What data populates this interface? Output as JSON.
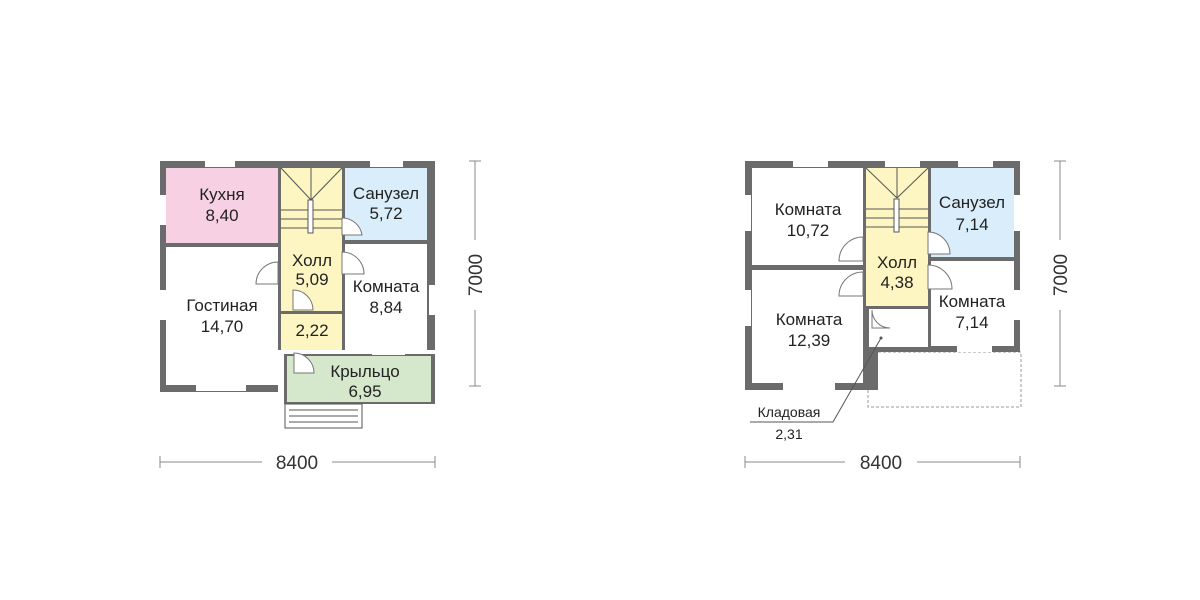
{
  "floor1": {
    "rooms": [
      {
        "name": "Кухня",
        "area": "8,40"
      },
      {
        "name": "Холл",
        "area": "5,09"
      },
      {
        "name": "Санузел",
        "area": "5,72"
      },
      {
        "name": "Гостиная",
        "area": "14,70"
      },
      {
        "name": "Комната",
        "area": "8,84"
      },
      {
        "name": "",
        "area": "2,22"
      },
      {
        "name": "Крыльцо",
        "area": "6,95"
      }
    ],
    "width_dim": "8400",
    "height_dim": "7000"
  },
  "floor2": {
    "rooms": [
      {
        "name": "Комната",
        "area": "10,72"
      },
      {
        "name": "Холл",
        "area": "4,38"
      },
      {
        "name": "Санузел",
        "area": "7,14"
      },
      {
        "name": "Комната",
        "area": "12,39"
      },
      {
        "name": "Комната",
        "area": "7,14"
      },
      {
        "name": "Кладовая",
        "area": "2,31"
      }
    ],
    "width_dim": "8400",
    "height_dim": "7000"
  },
  "colors": {
    "kitchen": "#f8d0e3",
    "hall": "#fdf6c3",
    "bath": "#d9eefa",
    "porch": "#d6e8cb",
    "wall": "#6b6b6b"
  }
}
